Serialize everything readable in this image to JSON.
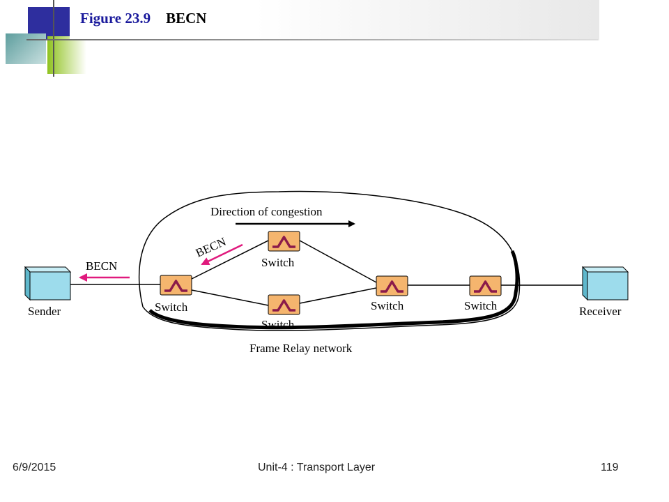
{
  "slide": {
    "figure_number": "Figure 23.9",
    "figure_title": "BECN"
  },
  "diagram": {
    "direction_label": "Direction of congestion",
    "becn_inner_label": "BECN",
    "becn_outer_label": "BECN",
    "sender_label": "Sender",
    "receiver_label": "Receiver",
    "switch_label": "Switch",
    "network_label": "Frame Relay network",
    "colors": {
      "switch_fill": "#f5b56e",
      "switch_symbol": "#8b1a4a",
      "host_fill": "#9ddcec",
      "becn_arrow": "#e0197d",
      "congestion_arrow": "#000000"
    }
  },
  "footer": {
    "date": "6/9/2015",
    "center": "Unit-4 : Transport Layer",
    "page": "119"
  }
}
